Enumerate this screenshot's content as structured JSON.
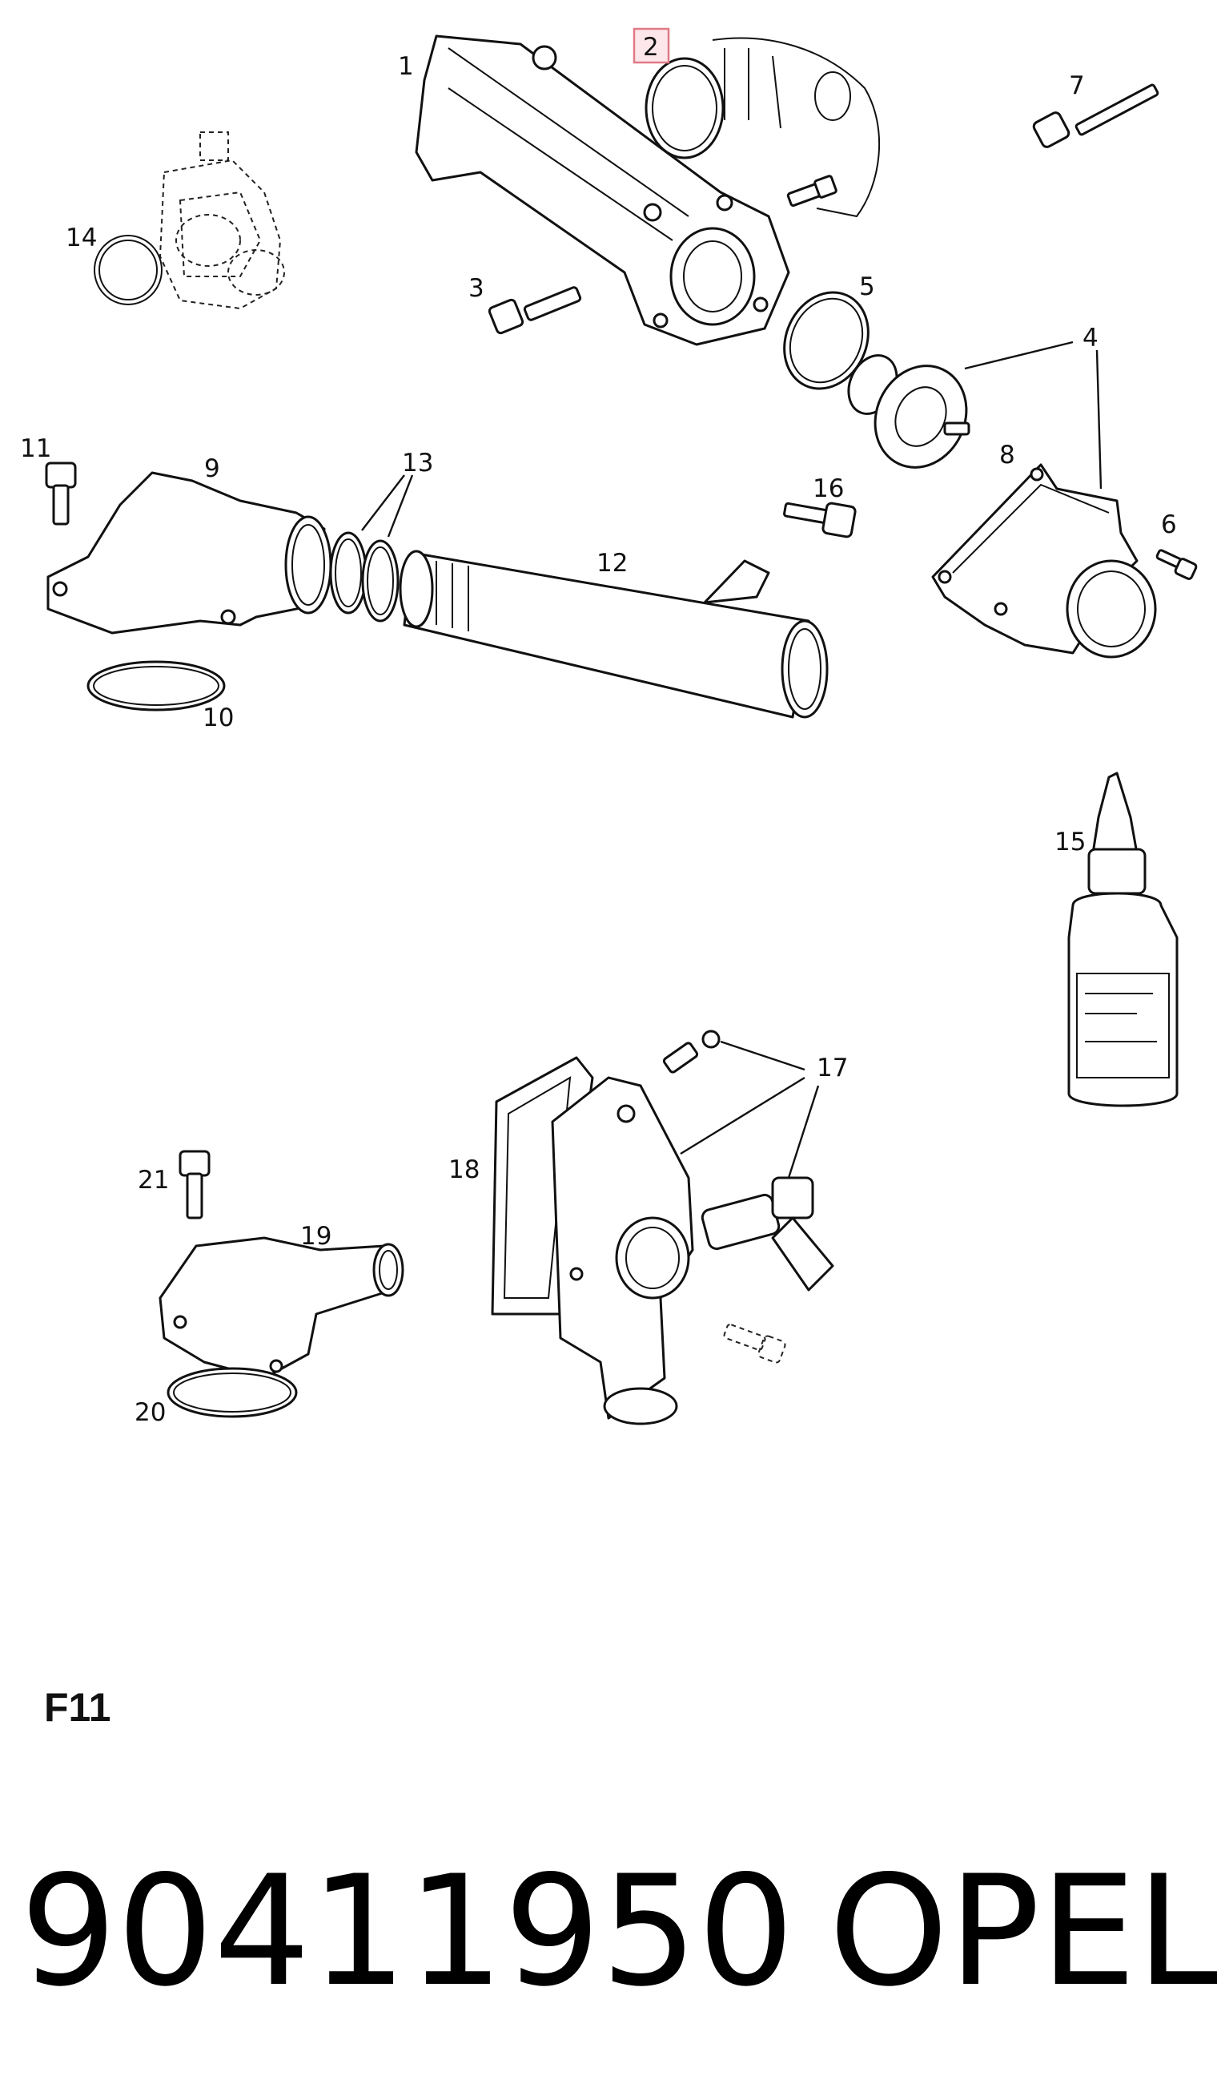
{
  "highlighted_callout": "2",
  "callouts": {
    "c1": "1",
    "c2": "2",
    "c3": "3",
    "c4": "4",
    "c5": "5",
    "c6": "6",
    "c7": "7",
    "c8": "8",
    "c9": "9",
    "c10": "10",
    "c11": "11",
    "c12": "12",
    "c13": "13",
    "c14": "14",
    "c15": "15",
    "c16": "16",
    "c17": "17",
    "c18": "18",
    "c19": "19",
    "c20": "20",
    "c21": "21"
  },
  "section_code": "F11",
  "part_number": "90411950",
  "brand": "OPEL",
  "colors": {
    "line": "#111111",
    "highlight_fill": "#fde7ea",
    "highlight_stroke": "#e07a86"
  }
}
